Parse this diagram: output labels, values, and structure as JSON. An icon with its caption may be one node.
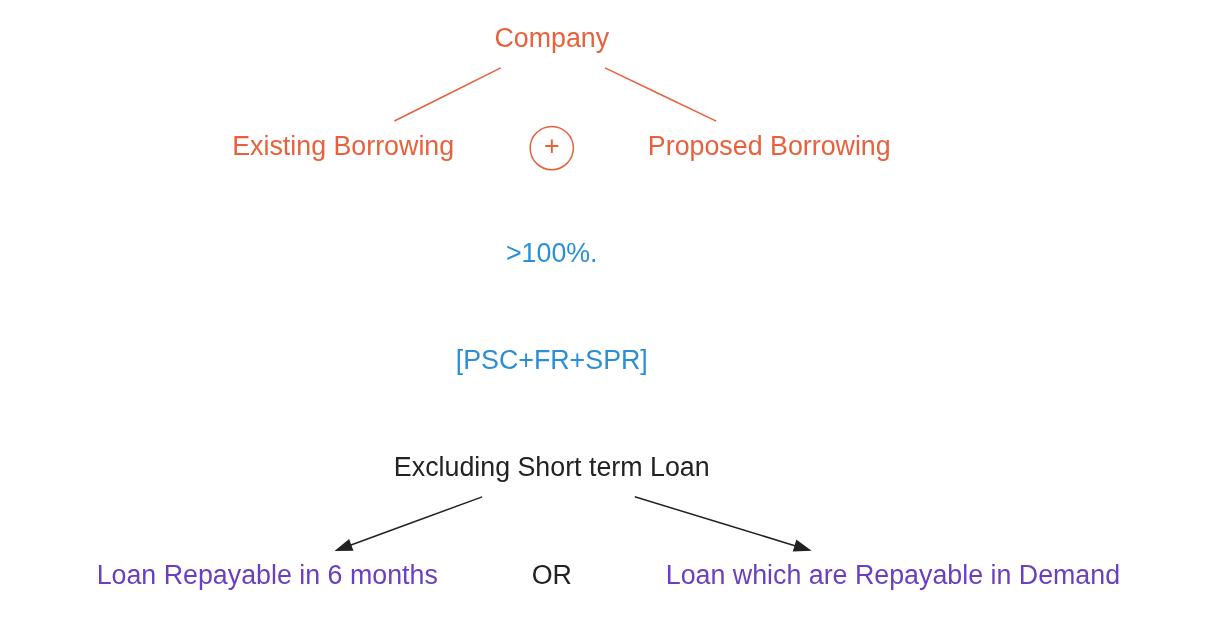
{
  "diagram": {
    "nodes": [
      {
        "text": [
          "Company"
        ]
      },
      {
        "text": [
          "Existing Borrowing"
        ]
      },
      {
        "text": [
          "+"
        ]
      },
      {
        "text": [
          "Proposed Borrowing"
        ]
      },
      {
        "text": [
          "Excluding Short term Loan"
        ]
      },
      {
        "text": [
          "Loan Repayable in 6 months"
        ]
      },
      {
        "text": [
          "Loan which are Repayable in Demand"
        ]
      }
    ],
    "edges": [
      {
        "from": 0,
        "to": 1,
        "arrow": "none"
      },
      {
        "from": 0,
        "to": 3,
        "arrow": "none"
      },
      {
        "from": 4,
        "to": 5,
        "arrow": "to",
        "color": "#222222"
      },
      {
        "from": 4,
        "to": 6,
        "arrow": "to",
        "color": "#222222"
      }
    ],
    "labels": [
      ">100%.",
      "[PSC+FR+SPR]",
      "OR"
    ]
  }
}
